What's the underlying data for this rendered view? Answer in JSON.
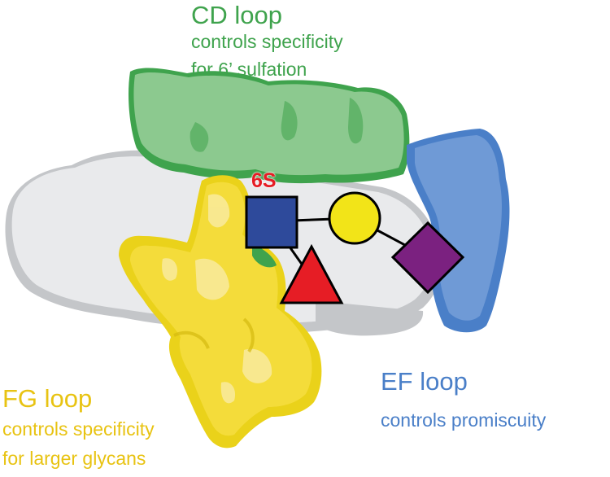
{
  "labels": {
    "cd_loop": {
      "title": "CD loop",
      "line1": "controls specificity",
      "line2": "for 6’ sulfation"
    },
    "fg_loop": {
      "title": "FG loop",
      "line1": "controls specificity",
      "line2": "for larger glycans"
    },
    "ef_loop": {
      "title": "EF loop",
      "line1": "controls promiscuity"
    },
    "sulfate_tag": "6S"
  },
  "colors": {
    "cd_green": "#3fa34d",
    "cd_fill": "#8cc98f",
    "fg_yellow": "#ead21a",
    "fg_fill": "#f4dc3a",
    "ef_blue": "#4a7fc8",
    "ef_fill": "#6f9ad6",
    "protein_grey": "#e9eaec",
    "protein_shadow": "#c4c6c9",
    "sulfate_red": "#e61d25",
    "glcnac_square": "#2e4a9b",
    "gal_circle": "#f2e418",
    "fuc_triangle": "#e61d25",
    "sia_diamond": "#7b2180"
  },
  "glycan": {
    "residues": [
      "glcnac-square",
      "galactose-circle",
      "fucose-triangle",
      "sialic-acid-diamond"
    ]
  }
}
